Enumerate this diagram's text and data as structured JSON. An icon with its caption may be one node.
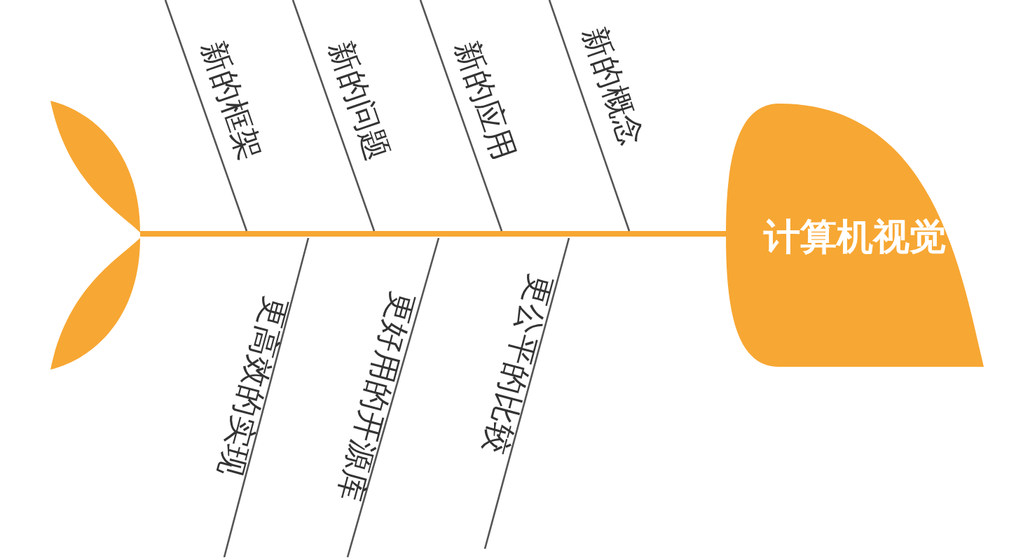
{
  "diagram": {
    "nodes": [
      {
        "text": [],
        "shape": "tail"
      },
      {
        "text": [
          "计算机视觉"
        ]
      }
    ],
    "edges": [
      {
        "from": 0,
        "to": 1,
        "arrow": "none"
      }
    ],
    "labels": [
      "新的框架",
      "新的问题",
      "新的应用",
      "新的概念",
      "更高效的实现",
      "更好用的开源库",
      "更公平的比较"
    ]
  }
}
